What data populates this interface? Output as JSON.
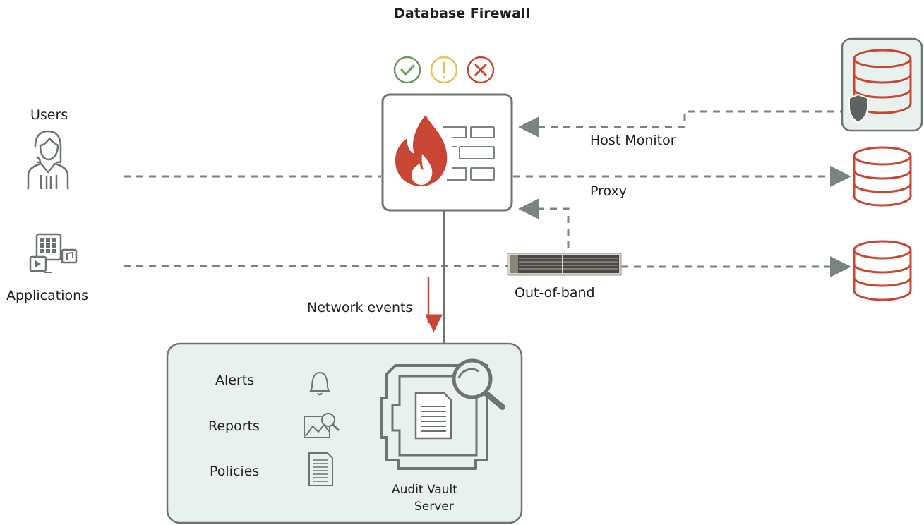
{
  "title": "Database Firewall",
  "labels": {
    "users": "Users",
    "applications": "Applications",
    "host_monitor": "Host Monitor",
    "proxy": "Proxy",
    "out_of_band": "Out-of-band",
    "network_events": "Network events",
    "alerts": "Alerts",
    "reports": "Reports",
    "policies": "Policies",
    "audit_vault_line1": "Audit Vault",
    "audit_vault_line2": "Server"
  },
  "status_icons": {
    "ok": "✓",
    "warning": "!",
    "error": "X"
  },
  "colors": {
    "line": "#7a8580",
    "red": "#c74634",
    "green": "#6b9a5f",
    "yellow": "#e7c04d",
    "panel_fill": "#e9f1ee",
    "box_stroke": "#6b7470"
  }
}
